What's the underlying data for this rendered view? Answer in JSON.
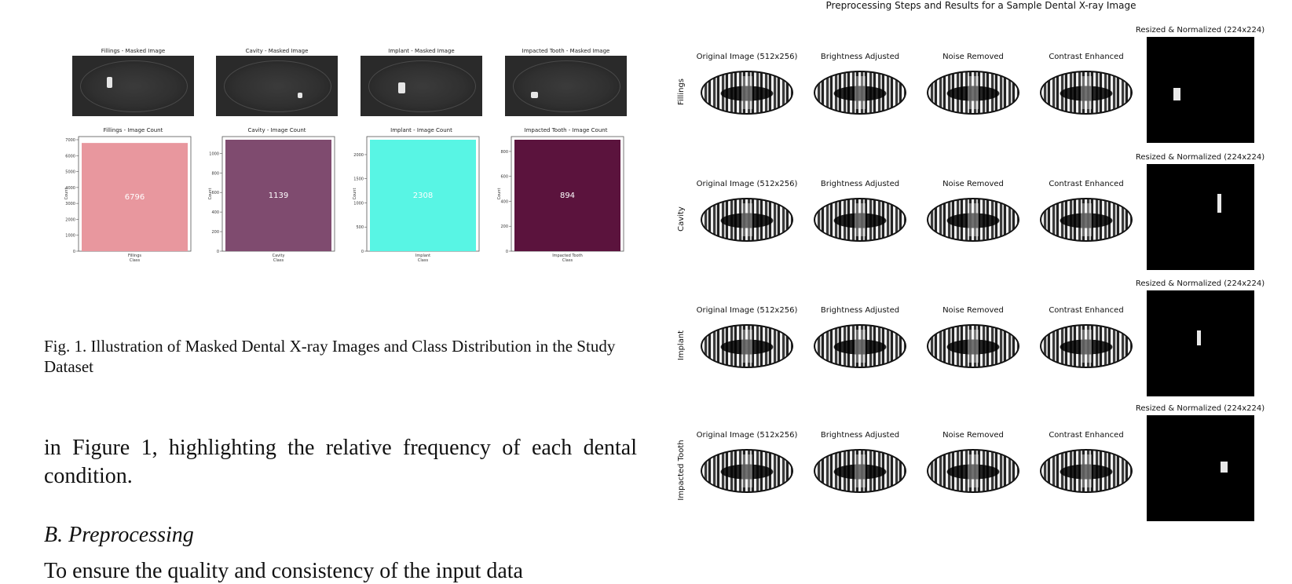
{
  "left_figure": {
    "masked_titles": [
      "Fillings - Masked Image",
      "Cavity - Masked Image",
      "Implant - Masked Image",
      "Impacted Tooth - Masked Image"
    ],
    "caption": "Fig. 1.  Illustration of Masked Dental X-ray Images and Class Distribution in the Study Dataset"
  },
  "chart_data": [
    {
      "type": "bar",
      "title": "Fillings - Image Count",
      "categories": [
        "Fillings"
      ],
      "values": [
        6796
      ],
      "xlabel": "Class",
      "ylabel": "Count",
      "ylim": [
        0,
        7000
      ],
      "yticks": [
        0,
        1000,
        2000,
        3000,
        4000,
        5000,
        6000,
        7000
      ],
      "color": "#e8979e",
      "label_color": "#ffffff"
    },
    {
      "type": "bar",
      "title": "Cavity - Image Count",
      "categories": [
        "Cavity"
      ],
      "values": [
        1139
      ],
      "xlabel": "Class",
      "ylabel": "Count",
      "ylim": [
        0,
        1139
      ],
      "yticks": [
        0,
        200,
        400,
        600,
        800,
        1000
      ],
      "color": "#7f4b6f",
      "label_color": "#ffffff"
    },
    {
      "type": "bar",
      "title": "Implant - Image Count",
      "categories": [
        "Implant"
      ],
      "values": [
        2308
      ],
      "xlabel": "Class",
      "ylabel": "Count",
      "ylim": [
        0,
        2308
      ],
      "yticks": [
        0,
        500,
        1000,
        1500,
        2000
      ],
      "color": "#58f5e4",
      "label_color": "#ffffff"
    },
    {
      "type": "bar",
      "title": "Impacted Tooth - Image Count",
      "categories": [
        "Impacted Tooth"
      ],
      "values": [
        894
      ],
      "xlabel": "Class",
      "ylabel": "Count",
      "ylim": [
        0,
        894
      ],
      "yticks": [
        0,
        200,
        400,
        600,
        800
      ],
      "color": "#5b133d",
      "label_color": "#ffffff"
    }
  ],
  "body": {
    "text": "in Figure 1, highlighting the relative frequency of each dental condition.",
    "section_heading": "B.  Preprocessing",
    "cut_line": "To ensure the quality and consistency of the input data"
  },
  "right_figure": {
    "title": "Preprocessing Steps and Results for a Sample Dental X-ray Image",
    "rows": [
      "Fillings",
      "Cavity",
      "Implant",
      "Impacted Tooth"
    ],
    "steps": [
      "Original Image (512x256)",
      "Brightness Adjusted",
      "Noise Removed",
      "Contrast Enhanced"
    ],
    "resized_title": "Resized & Normalized (224x224)"
  }
}
